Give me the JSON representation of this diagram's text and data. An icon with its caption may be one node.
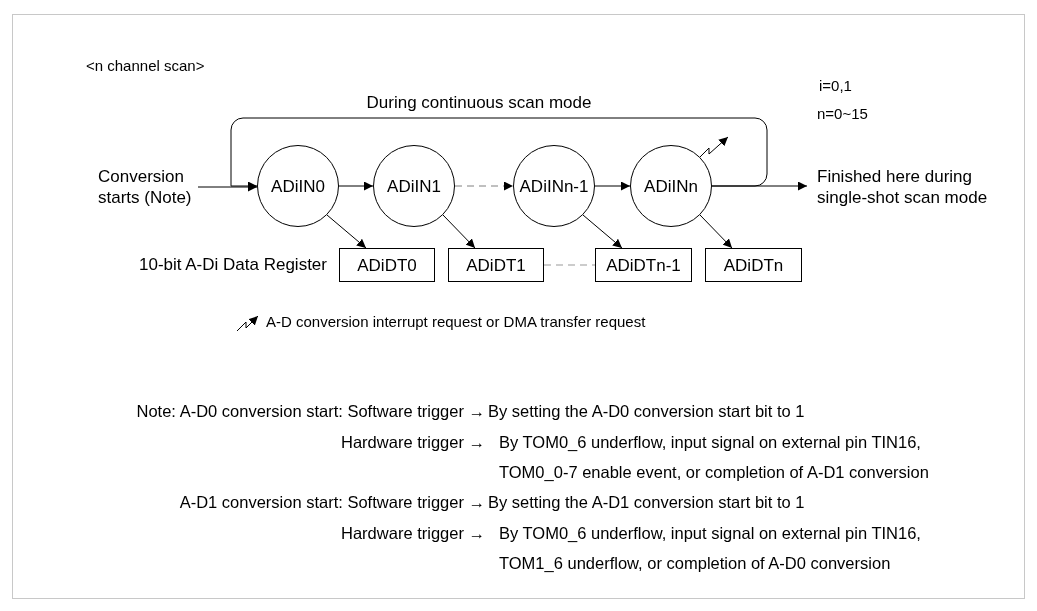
{
  "diagram": {
    "nodes": [
      {
        "text": [
          "Conversion starts (Note)"
        ]
      },
      {
        "text": [
          "ADiIN0"
        ]
      },
      {
        "text": [
          "ADiIN1"
        ]
      },
      {
        "text": [
          "ADiINn-1"
        ]
      },
      {
        "text": [
          "ADiINn"
        ]
      },
      {
        "text": [
          "ADiDT0"
        ]
      },
      {
        "text": [
          "ADiDT1"
        ]
      },
      {
        "text": [
          "ADiDTn-1"
        ]
      },
      {
        "text": [
          "ADiDTn"
        ]
      },
      {
        "text": [
          "Finished here during single-shot scan mode"
        ]
      }
    ],
    "edges": [
      {
        "from": 0,
        "to": 1,
        "arrow": "to"
      },
      {
        "from": 1,
        "to": 2,
        "arrow": "to"
      },
      {
        "from": 2,
        "to": 3,
        "arrow": "to",
        "style": "dashed",
        "color": "#808080"
      },
      {
        "from": 3,
        "to": 4,
        "arrow": "to"
      },
      {
        "from": 4,
        "to": 9,
        "arrow": "to"
      },
      {
        "from": 4,
        "to": 1,
        "arrow": "to",
        "label": "During continuous scan mode"
      },
      {
        "from": 1,
        "to": 5,
        "arrow": "to"
      },
      {
        "from": 2,
        "to": 6,
        "arrow": "to"
      },
      {
        "from": 3,
        "to": 7,
        "arrow": "to"
      },
      {
        "from": 4,
        "to": 8,
        "arrow": "to"
      },
      {
        "from": 6,
        "to": 7,
        "arrow": "none",
        "style": "dashed",
        "color": "#999999"
      },
      {
        "from": 4,
        "to": null,
        "arrow": "to"
      }
    ],
    "labels": [
      "<n channel scan>",
      "i=0,1",
      "n=0~15",
      "10-bit A-Di Data Register",
      "Note: A-D0 conversion start: Software trigger →",
      "By setting the A-D0 conversion start bit to 1",
      "Hardware trigger →",
      "By TOM0_6 underflow, input signal on external pin TIN16,",
      "TOM0_0-7 enable event, or completion of A-D1 conversion",
      "A-D1 conversion start: Software trigger →",
      "By setting the A-D1 conversion start bit to 1",
      "Hardware trigger →",
      "By TOM0_6 underflow, input signal on external pin TIN16,",
      "TOM1_6 underflow, or completion of A-D0 conversion"
    ],
    "legend": [
      {
        "text": "A-D conversion interrupt request or DMA transfer request"
      }
    ]
  }
}
